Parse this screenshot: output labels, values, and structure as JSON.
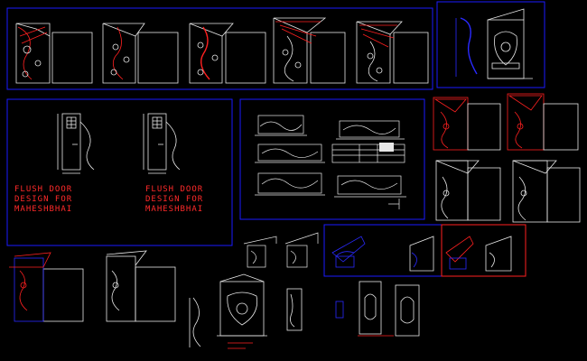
{
  "drawing": {
    "background": "#000000",
    "frame_color": "#1a1aff",
    "frame_color_red": "#ff2020",
    "line_color": "#e8e8e8",
    "accent_red": "#ff2020",
    "accent_blue": "#2a2aff",
    "annotation_blocks": [
      {
        "lines": [
          "FLUSH DOOR",
          "DESIGN FOR",
          "MAHESHBHAI"
        ]
      },
      {
        "lines": [
          "FLUSH DOOR",
          "DESIGN FOR",
          "MAHESHBHAI"
        ]
      }
    ]
  }
}
